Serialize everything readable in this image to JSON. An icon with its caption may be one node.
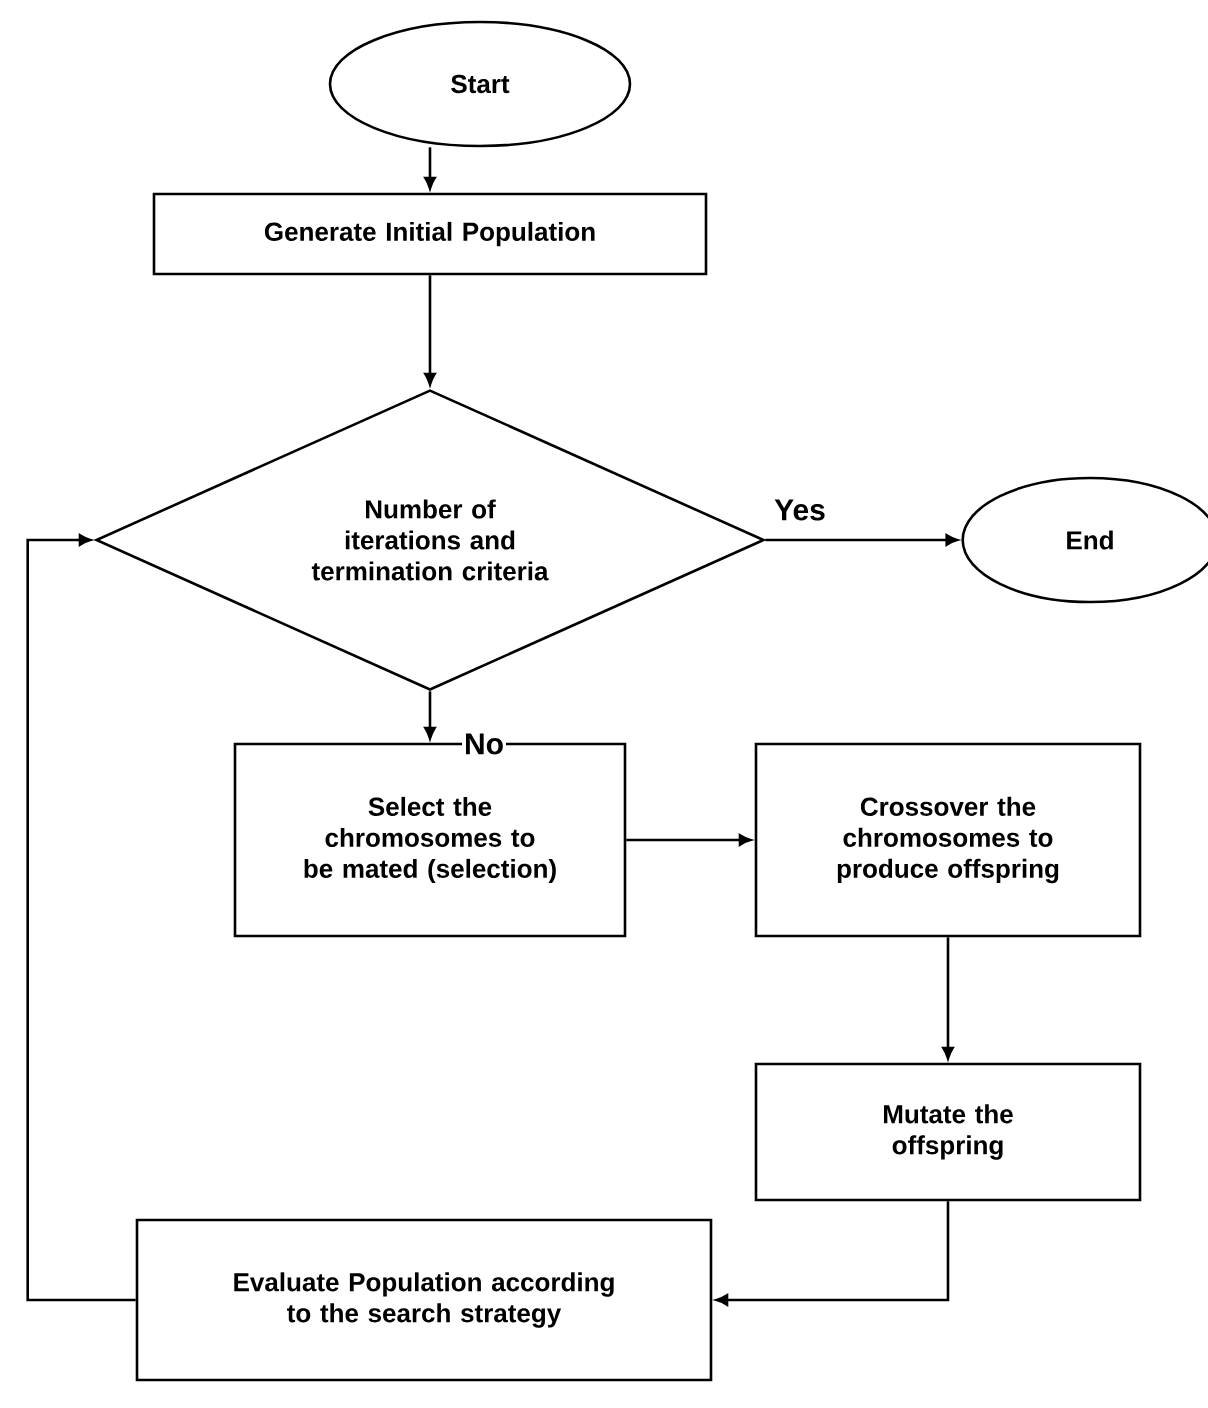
{
  "diagram": {
    "nodes": [
      {
        "text": [
          "Start"
        ]
      },
      {
        "text": [
          "Generate Initial Population"
        ]
      },
      {
        "text": [
          "Number of iterations and termination criteria"
        ]
      },
      {
        "text": [
          "End"
        ]
      },
      {
        "text": [
          "Select the chromosomes to be mated (selection)"
        ]
      },
      {
        "text": [
          "Crossover the chromosomes to produce offspring"
        ]
      },
      {
        "text": [
          "Mutate the offspring"
        ]
      },
      {
        "text": [
          "Evaluate Population according to the search strategy"
        ]
      }
    ],
    "edges": [
      {
        "from": 0,
        "to": 1,
        "arrow": "to"
      },
      {
        "from": 1,
        "to": 2,
        "arrow": "to"
      },
      {
        "from": 2,
        "to": 3,
        "arrow": "to",
        "label": "Yes"
      },
      {
        "from": 2,
        "to": 4,
        "arrow": "to",
        "label": "No"
      },
      {
        "from": 4,
        "to": 5,
        "arrow": "to"
      },
      {
        "from": 5,
        "to": 6,
        "arrow": "to"
      },
      {
        "from": 6,
        "to": 7,
        "arrow": "to"
      },
      {
        "from": 7,
        "to": 2,
        "arrow": "to"
      }
    ]
  }
}
